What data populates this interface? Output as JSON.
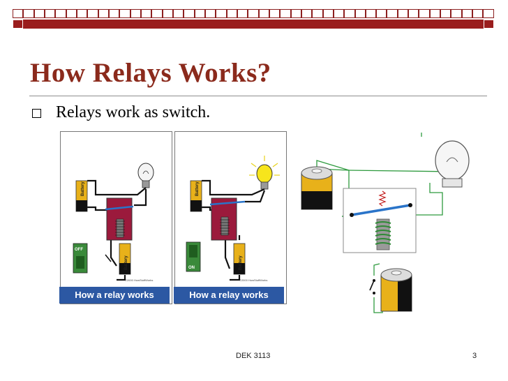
{
  "slide": {
    "title": "How Relays Works?",
    "bullet": "Relays work as switch.",
    "footer_code": "DEK 3113",
    "page_number": "3"
  },
  "panels": [
    {
      "state": "off",
      "switch_label": "OFF",
      "battery_label": "Battery",
      "banner": "How a relay works",
      "credit": "©2000 HowStuffWorks"
    },
    {
      "state": "on",
      "switch_label": "ON",
      "battery_label": "Battery",
      "banner": "How a relay works",
      "credit": "©2000 HowStuffWorks"
    }
  ],
  "colors": {
    "title": "#8b2a1c",
    "top_bar": "#9a1d1d",
    "banner": "#2c58a3",
    "relay_body": "#9b1a3c",
    "coil": "#2f8a36",
    "armature": "#2a74c9"
  }
}
